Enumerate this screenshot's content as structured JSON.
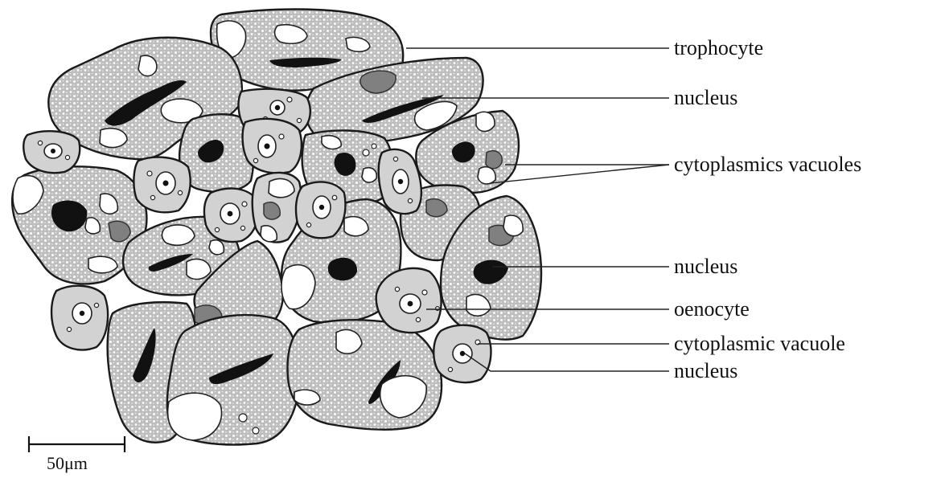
{
  "labels": {
    "trophocyte": "trophocyte",
    "nucleus_1": "nucleus",
    "cytoplasmic_vacuoles": "cytoplasmics vacuoles",
    "nucleus_2": "nucleus",
    "oenocyte": "oenocyte",
    "cytoplasmic_vacuole": "cytoplasmic vacuole",
    "nucleus_3": "nucleus"
  },
  "scale_bar": {
    "text": "50μm"
  },
  "colors": {
    "trophocyte_fill": "#bdbdbd",
    "oenocyte_fill": "#d2d2d2",
    "nucleus_fill": "#111111",
    "inclusion_fill": "#808080",
    "vacuole_fill": "#ffffff",
    "outline": "#1a1a1a"
  }
}
